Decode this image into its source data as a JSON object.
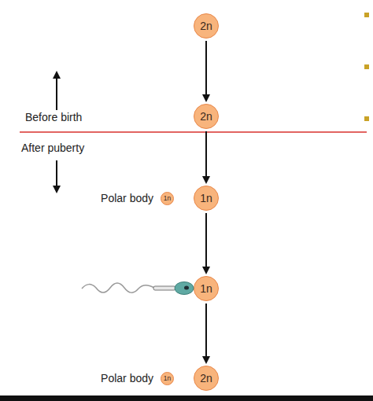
{
  "diagram": {
    "nodes": [
      {
        "text": [
          "2n"
        ]
      },
      {
        "text": [
          "2n"
        ]
      },
      {
        "text": [
          "Polar body",
          "1n"
        ]
      },
      {
        "text": [
          "1n"
        ]
      },
      {
        "text": [
          "1n"
        ]
      },
      {
        "text": [
          "Polar body",
          "1n"
        ]
      },
      {
        "text": [
          "2n"
        ]
      }
    ],
    "edges": [
      {
        "from": 0,
        "to": 1,
        "arrow": "to"
      },
      {
        "from": 1,
        "to": 3,
        "arrow": "to"
      },
      {
        "from": 3,
        "to": 4,
        "arrow": "to"
      },
      {
        "from": 4,
        "to": 6,
        "arrow": "to"
      }
    ],
    "labels": [
      "Before birth",
      "After puberty"
    ]
  }
}
